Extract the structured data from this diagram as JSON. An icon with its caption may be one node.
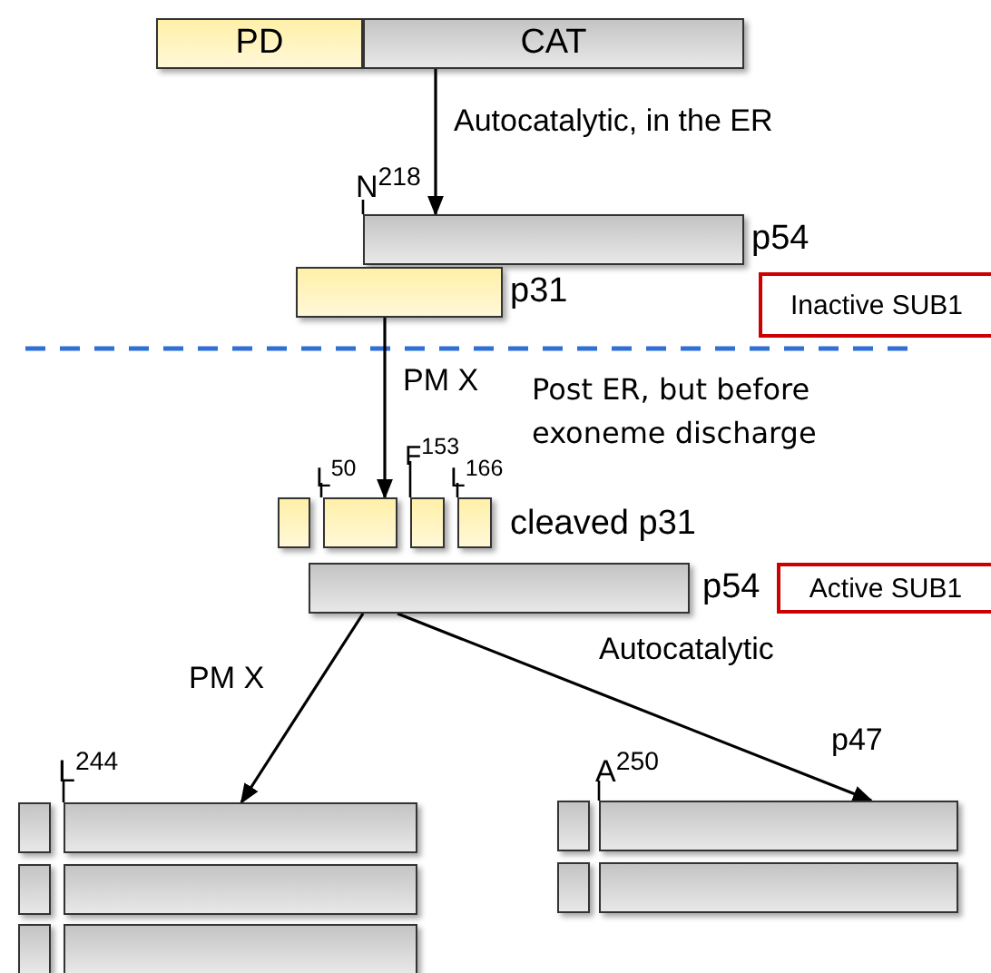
{
  "diagram": {
    "nodes": [
      {
        "text": [
          "PD"
        ]
      },
      {
        "text": [
          "CAT"
        ]
      },
      {
        "text": [],
        "shape": "bar",
        "beside": [
          "N$^{218}$",
          "p54"
        ]
      },
      {
        "text": [],
        "shape": "bar",
        "beside": [
          "p31"
        ]
      },
      {
        "text": [
          "Inactive SUB1"
        ]
      },
      {
        "text": [],
        "shape": "bar"
      },
      {
        "text": [],
        "shape": "bar",
        "beside": [
          "L$^{50}$"
        ]
      },
      {
        "text": [],
        "shape": "bar",
        "beside": [
          "F$^{153}$"
        ]
      },
      {
        "text": [],
        "shape": "bar",
        "beside": [
          "L$^{166}$",
          "cleaved p31"
        ]
      },
      {
        "text": [],
        "shape": "bar",
        "beside": [
          "p54"
        ]
      },
      {
        "text": [
          "Active SUB1"
        ]
      },
      {
        "text": [],
        "shape": "bar"
      },
      {
        "text": [],
        "shape": "bar",
        "beside": [
          "L$^{244}$"
        ]
      },
      {
        "text": [],
        "shape": "bar"
      },
      {
        "text": [],
        "shape": "bar"
      },
      {
        "text": [],
        "shape": "bar"
      },
      {
        "text": [],
        "shape": "bar"
      },
      {
        "text": [],
        "shape": "bar"
      },
      {
        "text": [],
        "shape": "bar",
        "beside": [
          "A$^{250}$"
        ]
      },
      {
        "text": [],
        "shape": "bar"
      },
      {
        "text": [],
        "shape": "bar"
      }
    ],
    "edges": [
      {
        "from": 1,
        "to": 2,
        "arrow": "to",
        "label": "Autocatalytic, in the ER"
      },
      {
        "from": 3,
        "to": 6,
        "arrow": "to",
        "label": "PM X"
      },
      {
        "from": 9,
        "to": 12,
        "arrow": "to",
        "label": "PM X"
      },
      {
        "from": 9,
        "to": 18,
        "arrow": "to",
        "label": "Autocatalytic"
      }
    ],
    "labels": [
      "Post ER, but before exoneme discharge",
      "p47"
    ]
  }
}
